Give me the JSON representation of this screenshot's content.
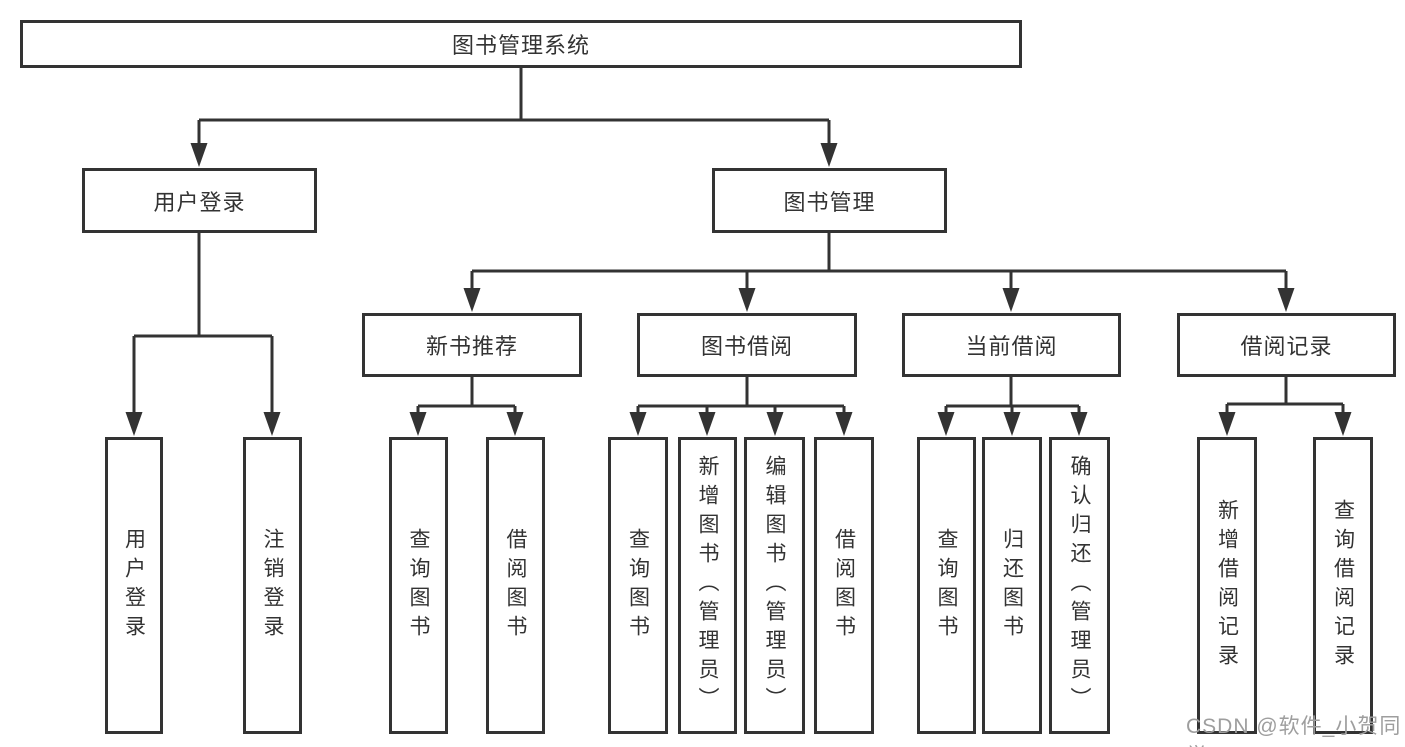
{
  "diagram_title": "图书管理系统",
  "nodes": {
    "root": "图书管理系统",
    "user_login": "用户登录",
    "book_mgmt": "图书管理",
    "new_book": "新书推荐",
    "book_borrow": "图书借阅",
    "current_borrow": "当前借阅",
    "borrow_record": "借阅记录",
    "ul_login": "用户登录",
    "ul_logout": "注销登录",
    "nb_query": "查询图书",
    "nb_borrow": "借阅图书",
    "bb_query": "查询图书",
    "bb_add": "新增图书（管理员）",
    "bb_edit": "编辑图书（管理员）",
    "bb_borrow": "借阅图书",
    "cb_query": "查询图书",
    "cb_return": "归还图书",
    "cb_confirm": "确认归还（管理员）",
    "br_add": "新增借阅记录",
    "br_query": "查询借阅记录"
  },
  "hierarchy": {
    "图书管理系统": {
      "用户登录": [
        "用户登录",
        "注销登录"
      ],
      "图书管理": {
        "新书推荐": [
          "查询图书",
          "借阅图书"
        ],
        "图书借阅": [
          "查询图书",
          "新增图书（管理员）",
          "编辑图书（管理员）",
          "借阅图书"
        ],
        "当前借阅": [
          "查询图书",
          "归还图书",
          "确认归还（管理员）"
        ],
        "借阅记录": [
          "新增借阅记录",
          "查询借阅记录"
        ]
      }
    }
  },
  "watermark": "CSDN @软件_小贺同学",
  "colors": {
    "line": "#333333",
    "text": "#333333",
    "background": "#ffffff",
    "watermark": "#9e9e9e"
  }
}
